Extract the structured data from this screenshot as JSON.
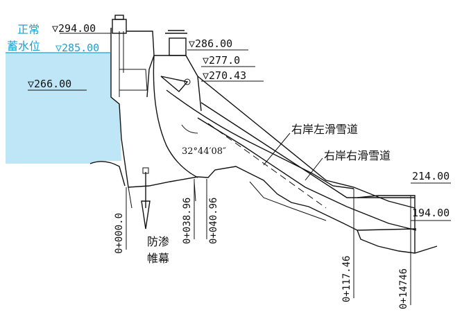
{
  "elevations": {
    "normal_level_label_line1": "正常",
    "normal_level_label_line2": "蓄水位",
    "crest": "▽294.00",
    "normal_pool": "▽285.00",
    "upstream_water": "▽266.00",
    "spillway_top": "▽286.00",
    "level_277": "▽277.0",
    "level_270": "▽270.43",
    "tail_214": "214.00",
    "tail_194": "194.00"
  },
  "labels": {
    "left_chute": "右岸左滑雪道",
    "right_chute": "右岸右滑雪道",
    "angle": "32°44′08″",
    "curtain_line1": "防渗",
    "curtain_line2": "帷幕"
  },
  "stations": [
    "0+000.0",
    "0+038.96",
    "0+040.96",
    "0+117.46",
    "0+14746"
  ],
  "colors": {
    "water": "#bfe6f6",
    "accent_blue": "#1a9fd0",
    "line": "#111111"
  }
}
